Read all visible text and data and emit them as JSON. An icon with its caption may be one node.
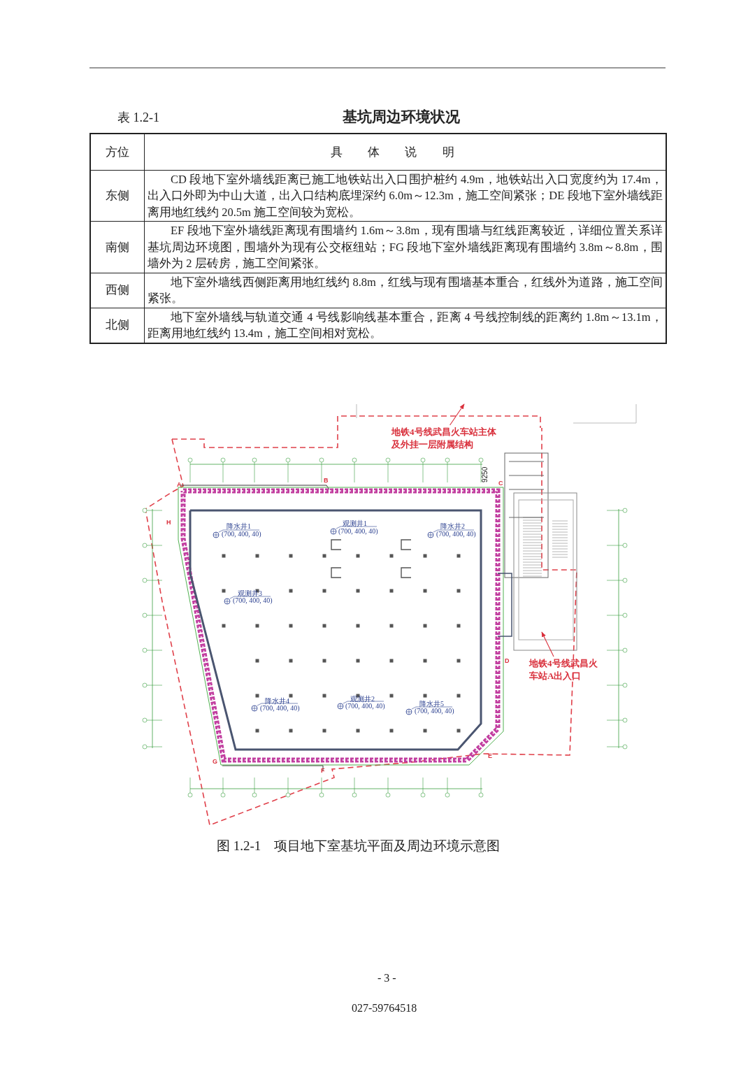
{
  "diagram": {
    "title": "基坑周边环境状况",
    "caption": "图 1.2-1　项目地下室基坑平面及周边环境示意图",
    "nodes": [
      {
        "text": [
          "地铁4号线武昌火车站主体及外挂一层附属结构"
        ]
      },
      {
        "text": [
          "地铁4号线武昌火车站A出入口"
        ]
      }
    ],
    "edges": [
      {
        "from": 0,
        "to": null,
        "arrow": "to",
        "color": "#d9303c"
      },
      {
        "from": 1,
        "to": null,
        "arrow": "to",
        "color": "#d9303c"
      }
    ],
    "labels": [
      "表 1.2-1",
      "方位",
      "具体说明",
      "东侧",
      "CD 段地下室外墙线距离已施工地铁站出入口围护桩约 4.9m，地铁站出入口宽度约为 17.4m，出入口外即为中山大道，出入口结构底埋深约 6.0m～12.3m，施工空间紧张；DE 段地下室外墙线距离用地红线约 20.5m 施工空间较为宽松。",
      "南侧",
      "EF 段地下室外墙线距离现有围墙约 1.6m～3.8m，现有围墙与红线距离较近，详细位置关系详基坑周边环境图，围墙外为现有公交枢纽站；FG 段地下室外墙线距离现有围墙约 3.8m～8.8m，围墙外为 2 层砖房，施工空间紧张。",
      "西侧",
      "地下室外墙线西侧距离用地红线约 8.8m，红线与现有围墙基本重合，红线外为道路，施工空间紧张。",
      "北侧",
      "地下室外墙线与轨道交通 4 号线影响线基本重合，距离 4 号线控制线的距离约 1.8m～13.1m，距离用地红线约 13.4m，施工空间相对宽松。",
      "降水井1",
      "(700, 400, 40)",
      "观测井1",
      "(700, 400, 40)",
      "降水井2",
      "(700, 400, 40)",
      "观测井3",
      "(700, 400, 40)",
      "降水井4",
      "(700, 400, 40)",
      "观测井2",
      "(700, 400, 40)",
      "降水井5",
      "(700, 400, 40)",
      "9250",
      "A",
      "B",
      "C",
      "D",
      "E",
      "F",
      "G",
      "H",
      "- 3 -",
      "027-59764518"
    ]
  }
}
